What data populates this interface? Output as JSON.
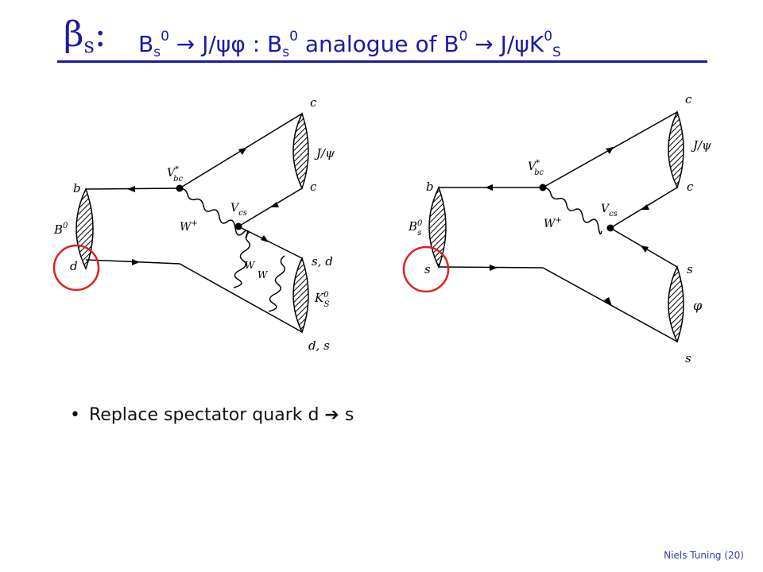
{
  "title": {
    "beta": "β",
    "beta_sub": "s",
    "colon": ":",
    "seg1": "B",
    "seg1_sub": "s",
    "seg1_sup": "0",
    "seg2": " → J/ψφ :  B",
    "seg2_sub": "s",
    "seg2_sup": "0",
    "seg3": " analogue of B",
    "seg3_sup": "0",
    "seg4": " → J/ψK",
    "seg4_sup": "0",
    "seg4_sub": "S"
  },
  "diagram_left": {
    "b": "b",
    "d": "d",
    "B0": "B",
    "B0_sup": "0",
    "c_top": "c",
    "c_mid": "c",
    "Jpsi": "J/ψ",
    "Vbc": "V",
    "Vbc_sub": "bc",
    "Vbc_sup": "*",
    "Vcs": "V",
    "Vcs_sub": "cs",
    "Wplus": "W",
    "Wplus_sup": "+",
    "W1": "W",
    "W2": "W",
    "sd": "s, d",
    "K0S": "K",
    "K0S_sup": "0",
    "K0S_sub": "S",
    "ds": "d, s"
  },
  "diagram_right": {
    "b": "b",
    "s": "s",
    "Bs0": "B",
    "Bs0_sup": "0",
    "Bs0_sub": "s",
    "c_top": "c",
    "c_mid": "c",
    "Jpsi": "J/ψ",
    "Vbc": "V",
    "Vbc_sub": "bc",
    "Vbc_sup": "*",
    "Vcs": "V",
    "Vcs_sub": "cs",
    "Wplus": "W",
    "Wplus_sup": "+",
    "s_upper": "s",
    "phi": "φ",
    "s_lower": "s"
  },
  "highlight_color": "#e02020",
  "bullet": {
    "marker": "•",
    "text": "Replace spectator quark d  ➔  s"
  },
  "footer": "Niels Tuning (20)"
}
